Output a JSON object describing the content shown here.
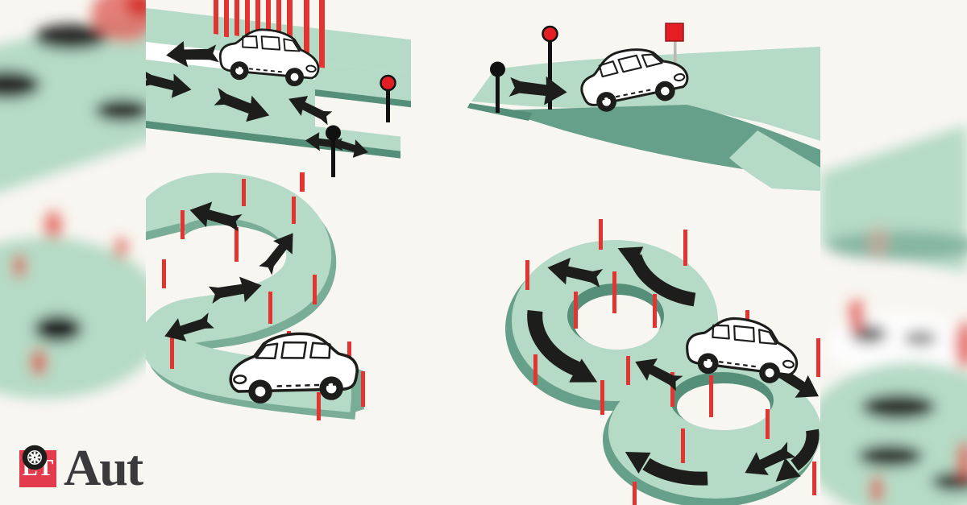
{
  "logo": {
    "et": "ET",
    "name": "Aut",
    "wheel_represents": "o"
  },
  "colors": {
    "background": "#f8f6f0",
    "track_light": "#b5dac5",
    "track_mid": "#79ad97",
    "track_dark": "#66a08a",
    "track_deep": "#558e79",
    "pole_red": "#e23430",
    "arrow_black": "#1d1d1b",
    "logo_red": "#e13b4d",
    "logo_text": "#3a3a3c",
    "car_body": "#ffffff",
    "car_line": "#1d1d1b"
  },
  "scene": {
    "tracks": [
      {
        "id": "parallel-parking-track"
      },
      {
        "id": "hill-ramp-track"
      },
      {
        "id": "s-curve-track"
      },
      {
        "id": "figure-eight-track"
      }
    ],
    "cars": 4,
    "marker_poles": "red boundary poles and ball-top pins along every track"
  }
}
